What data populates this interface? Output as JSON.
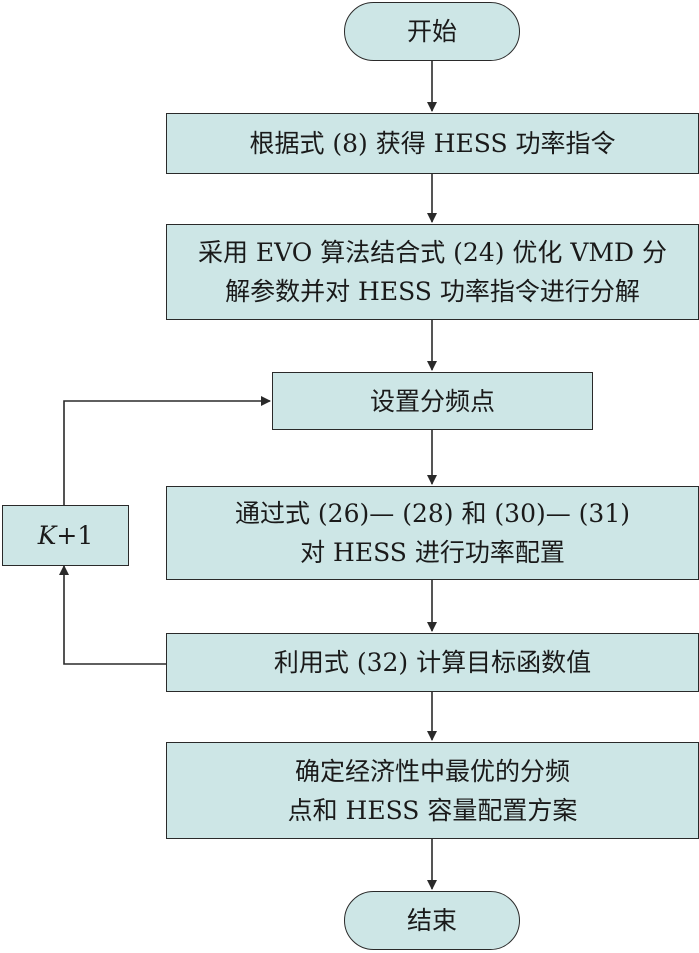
{
  "colors": {
    "node_fill": "#cde6e6",
    "stroke": "#2a2a2a"
  },
  "nodes": {
    "start": {
      "text": "开始"
    },
    "step1": {
      "text": "根据式 (8) 获得 HESS 功率指令"
    },
    "step2": {
      "lines": [
        "采用 EVO 算法结合式 (24) 优化 VMD 分",
        "解参数并对 HESS 功率指令进行分解"
      ]
    },
    "step3": {
      "text": "设置分频点"
    },
    "step4": {
      "lines": [
        "通过式 (26)— (28) 和 (30)— (31)",
        "对 HESS 进行功率配置"
      ]
    },
    "step5": {
      "text": "利用式 (32) 计算目标函数值"
    },
    "step6": {
      "lines": [
        "确定经济性中最优的分频",
        "点和 HESS 容量配置方案"
      ]
    },
    "end": {
      "text": "结束"
    },
    "loop": {
      "var": "K",
      "rest": "+1"
    }
  }
}
